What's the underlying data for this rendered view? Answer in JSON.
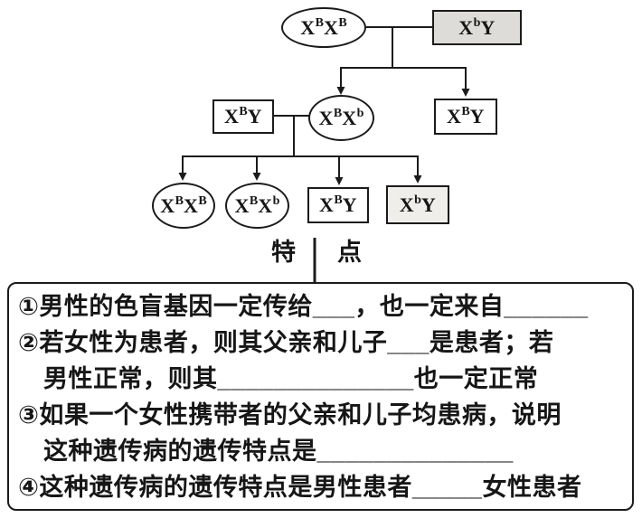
{
  "pedigree": {
    "g1_mother": {
      "b1": "X",
      "s1": "B",
      "b2": "X",
      "s2": "B"
    },
    "g1_father": {
      "b1": "X",
      "s1": "b",
      "b2": "Y"
    },
    "g2_husband": {
      "b1": "X",
      "s1": "B",
      "b2": "Y"
    },
    "g2_daughter": {
      "b1": "X",
      "s1": "B",
      "b2": "X",
      "s2": "b"
    },
    "g2_son": {
      "b1": "X",
      "s1": "B",
      "b2": "Y"
    },
    "g3_daughter1": {
      "b1": "X",
      "s1": "B",
      "b2": "X",
      "s2": "B"
    },
    "g3_daughter2": {
      "b1": "X",
      "s1": "B",
      "b2": "X",
      "s2": "b"
    },
    "g3_son1": {
      "b1": "X",
      "s1": "B",
      "b2": "Y"
    },
    "g3_son2": {
      "b1": "X",
      "s1": "b",
      "b2": "Y"
    }
  },
  "label": {
    "char1": "特",
    "char2": "点"
  },
  "notes": {
    "lines": [
      "①男性的色盲基因一定传给___，也一定来自______",
      "②若女性为患者，则其父亲和儿子___是患者；若",
      "男性正常，则其______________也一定正常",
      "③如果一个女性携带者的父亲和儿子均患病，说明",
      "这种遗传病的遗传特点是______________",
      "④这种遗传病的遗传特点是男性患者_____女性患者"
    ]
  },
  "colors": {
    "line": "#1b1b1b",
    "affected_fill": "#dedcd9",
    "affected_fill_light": "#f0eeeb"
  }
}
